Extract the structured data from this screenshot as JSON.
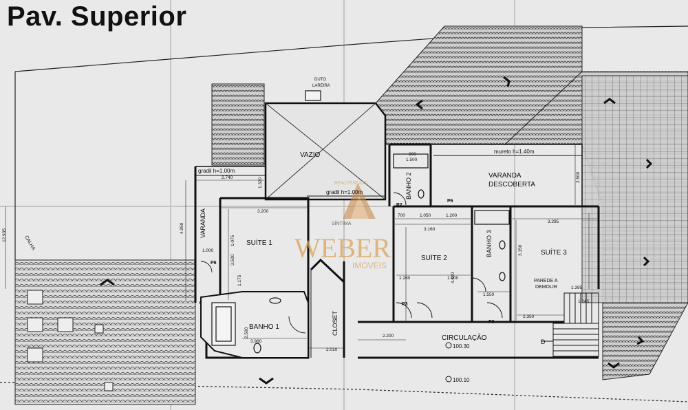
{
  "title": "Pav. Superior",
  "rooms": {
    "vazio": "VAZIO",
    "varanda_left": "VARANDA",
    "suite1": "SUÍTE 1",
    "banho1": "BANHO 1",
    "closet": "CLOSET",
    "suite2": "SUÍTE 2",
    "banho2": "BANHO 2",
    "varanda_descoberta_1": "VARANDA",
    "varanda_descoberta_2": "DESCOBERTA",
    "banho3": "BANHO 3",
    "suite3": "SUÍTE 3",
    "circulacao": "CIRCULAÇÃO",
    "calha": "CALHA"
  },
  "notes": {
    "duto_1": "DUTO",
    "duto_2": "LAREIRA",
    "mureto": "mureto h=1.40m",
    "gradil_left": "gradil h=1.00m",
    "gradil_center": "gradil h=1.00m",
    "parede_1": "PAREDE A",
    "parede_2": "DEMOLIR",
    "level_circ": "100.30",
    "level_ext": "100.10",
    "d_mark": "D"
  },
  "dims": {
    "d2740": "2.740",
    "d3200": "3.200",
    "d3160": "3.160",
    "d3295": "3.295",
    "d4950": "4.950",
    "d3500": "3.500",
    "d1000": "1.000",
    "d1075": "1.075",
    "d1175": "1.175",
    "d3960": "3.960",
    "d2010": "2.010",
    "d2500": "2.500",
    "d1260": "1.260",
    "d1900": "1.900",
    "d4400": "4.400",
    "d1050": "1.050",
    "d1200": "1.200",
    "d700": "700",
    "d800": "800",
    "d1500": "1.500",
    "d2500b": "2.500",
    "d3150": "3.150",
    "d1550": "1.550",
    "d2350": "2.350",
    "d1395": "1.395",
    "d1245": "1.245",
    "d2200": "2.200",
    "d1320": "1.320",
    "d12935": "12.935"
  },
  "doors": {
    "p6a": "P6",
    "p6b": "P6",
    "p2": "P2",
    "p3a": "P3",
    "p3b": "P3"
  },
  "watermark": {
    "brand": "WEBER",
    "sub": "IMÓVEIS",
    "top": "REALTENDOO",
    "tag": "SÍNTIMA"
  },
  "colors": {
    "paper": "#e9e9e9",
    "ink": "#1a1a1a",
    "watermark": "#d9a35a"
  }
}
